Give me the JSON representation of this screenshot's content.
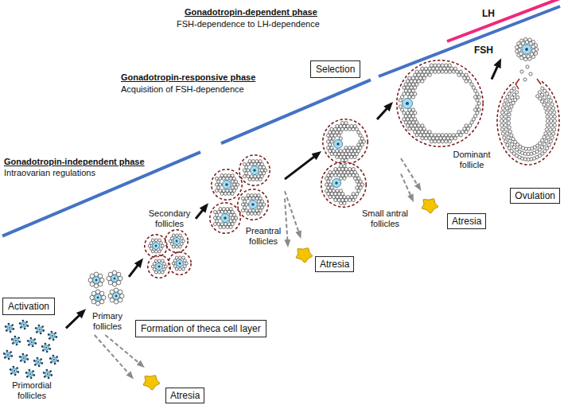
{
  "diagram": {
    "nodes": [
      {
        "text": [
          "Primordial follicles"
        ]
      },
      {
        "text": [
          "Activation"
        ]
      },
      {
        "text": [
          "Primary follicles"
        ]
      },
      {
        "text": [
          "Atresia"
        ]
      },
      {
        "text": [
          "Secondary follicles"
        ]
      },
      {
        "text": [
          "Formation of theca cell layer"
        ]
      },
      {
        "text": [
          "Preantral follicles"
        ]
      },
      {
        "text": [
          "Atresia"
        ]
      },
      {
        "text": [
          "Small antral follicles"
        ]
      },
      {
        "text": [
          "Atresia"
        ]
      },
      {
        "text": [
          "Selection"
        ]
      },
      {
        "text": [
          "Dominant follicle"
        ]
      },
      {
        "text": [
          "Ovulation"
        ]
      }
    ],
    "edges": [
      {
        "from": 0,
        "to": 2,
        "arrow": "to"
      },
      {
        "from": 2,
        "to": 4,
        "arrow": "to"
      },
      {
        "from": 4,
        "to": 6,
        "arrow": "to"
      },
      {
        "from": 6,
        "to": 8,
        "arrow": "to"
      },
      {
        "from": 8,
        "to": 11,
        "arrow": "to"
      },
      {
        "from": 11,
        "to": 12,
        "arrow": "to"
      },
      {
        "from": 2,
        "to": 3,
        "arrow": "to"
      },
      {
        "from": 2,
        "to": 3,
        "arrow": "to"
      },
      {
        "from": 6,
        "to": 7,
        "arrow": "to"
      },
      {
        "from": 6,
        "to": 7,
        "arrow": "to"
      },
      {
        "from": 8,
        "to": 9,
        "arrow": "to"
      },
      {
        "from": 8,
        "to": 9,
        "arrow": "to"
      }
    ],
    "labels": [
      "Gonadotropin-dependent phase",
      "FSH-dependence to LH-dependence",
      "LH",
      "FSH",
      "Gonadotropin-responsive phase",
      "Acquisition of FSH-dependence",
      "Gonadotropin-independent phase",
      "Intraovarian regulations"
    ]
  }
}
